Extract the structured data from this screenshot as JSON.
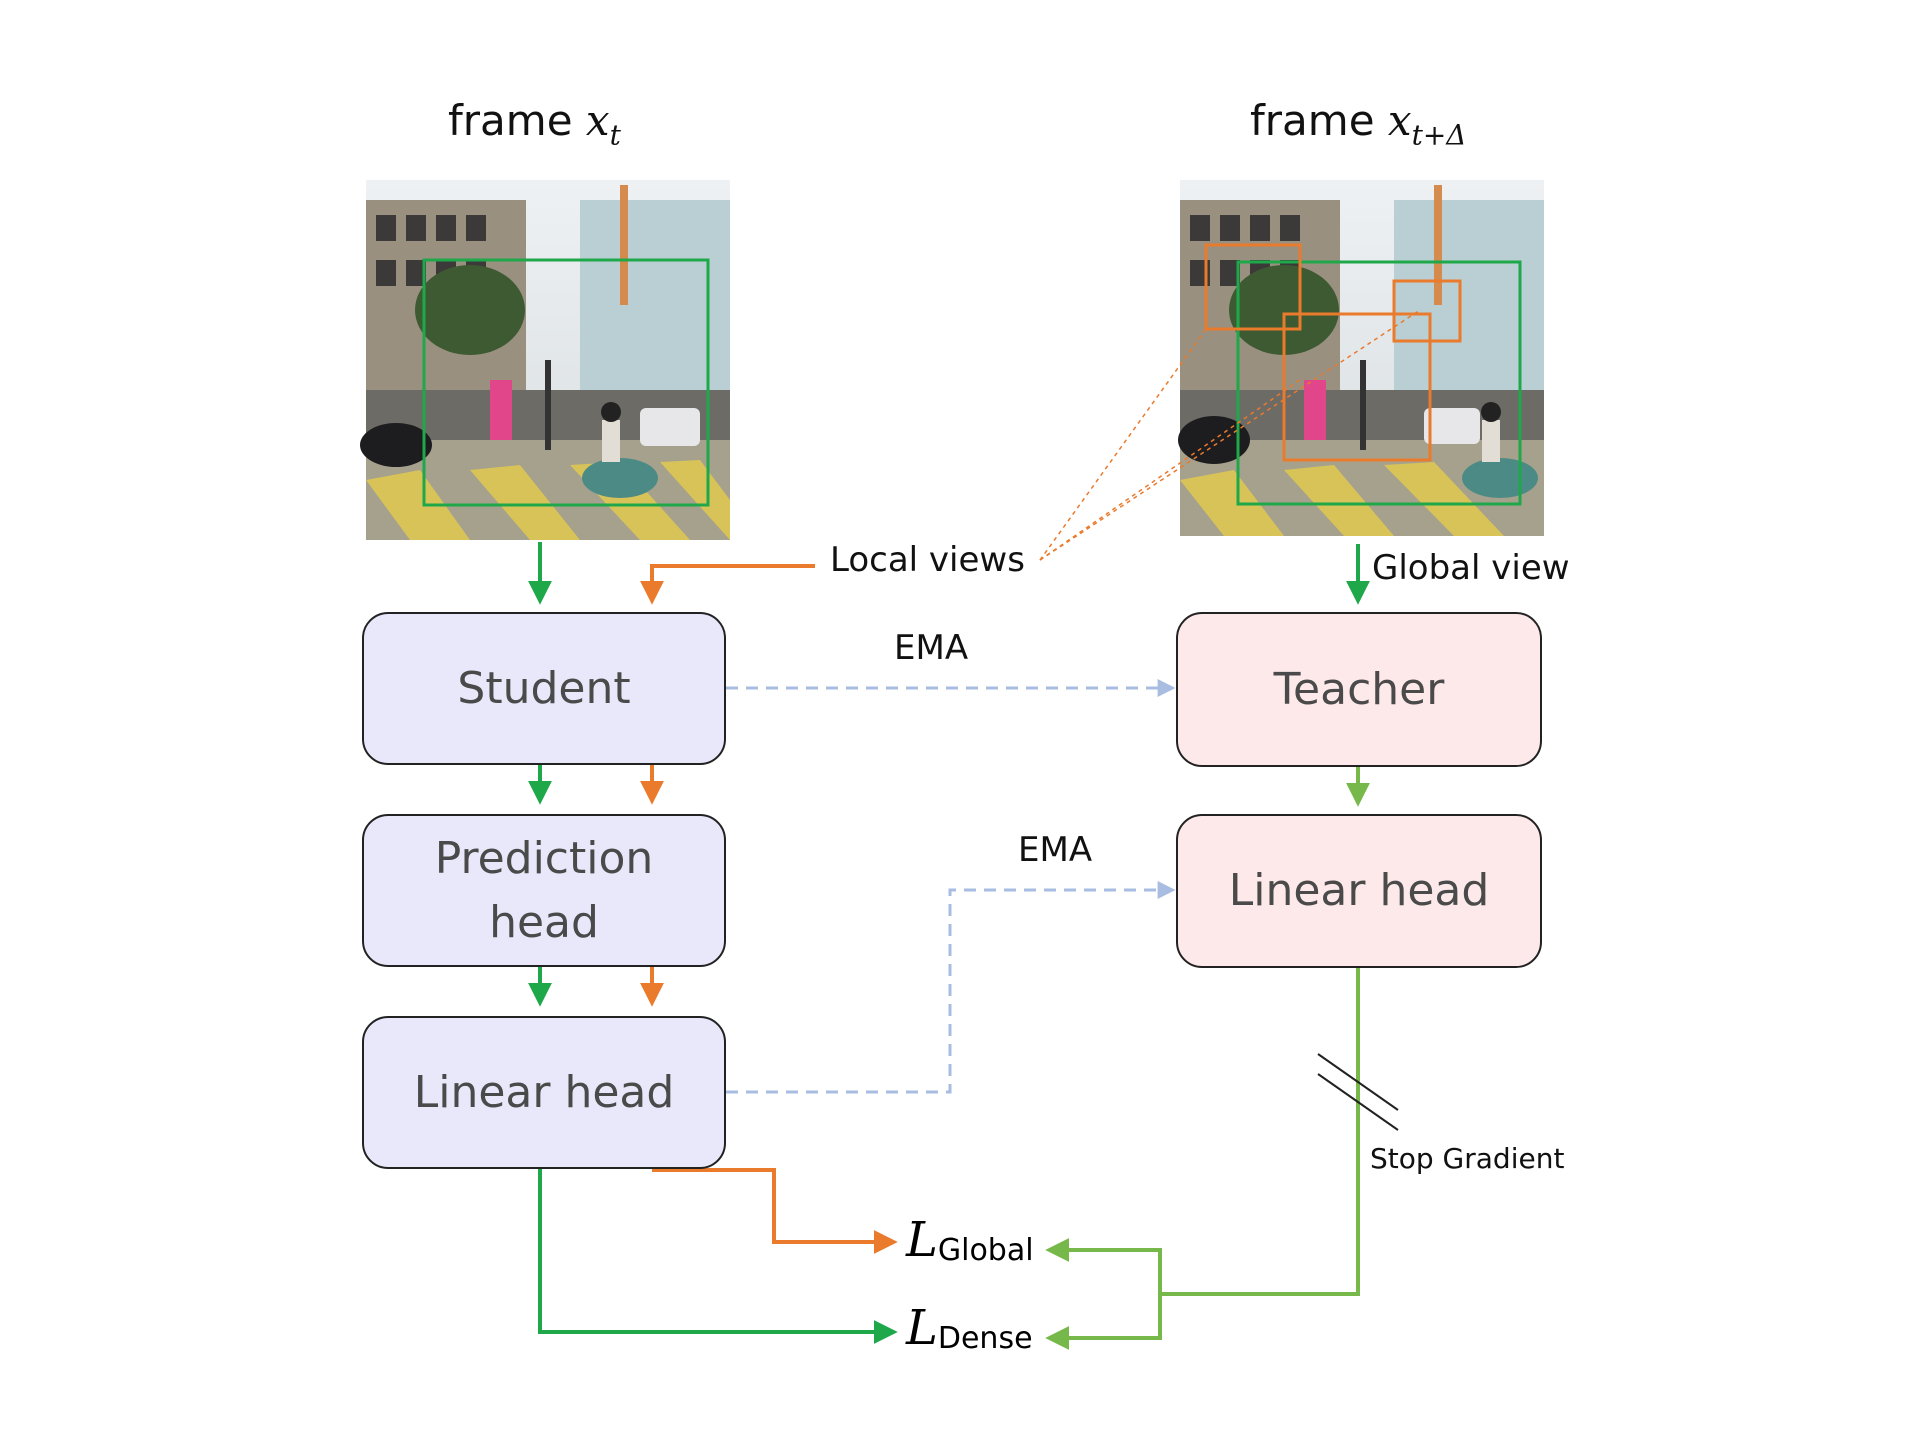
{
  "titles": {
    "frame_left_word": "frame",
    "frame_left_var": "x",
    "frame_left_sub": "t",
    "frame_right_word": "frame",
    "frame_right_var": "x",
    "frame_right_sub": "t+Δ"
  },
  "annotations": {
    "local_views": "Local views",
    "global_view": "Global view",
    "ema_top": "EMA",
    "ema_mid": "EMA",
    "stop_gradient": "Stop Gradient"
  },
  "student": {
    "student": "Student",
    "prediction_head_line1": "Prediction",
    "prediction_head_line2": "head",
    "linear_head": "Linear head"
  },
  "teacher": {
    "teacher": "Teacher",
    "linear_head": "Linear head"
  },
  "losses": {
    "global_L": "L",
    "global_sub": "Global",
    "dense_L": "L",
    "dense_sub": "Dense"
  },
  "colors": {
    "green": "#1ea84a",
    "light_green": "#77b84a",
    "orange": "#ea7a2c",
    "ema_dash": "#a9bde3",
    "crop_green": "#1ea84a",
    "crop_orange": "#ea7a2c",
    "student_fill": "#e9e8fb",
    "teacher_fill": "#fde9e9"
  }
}
